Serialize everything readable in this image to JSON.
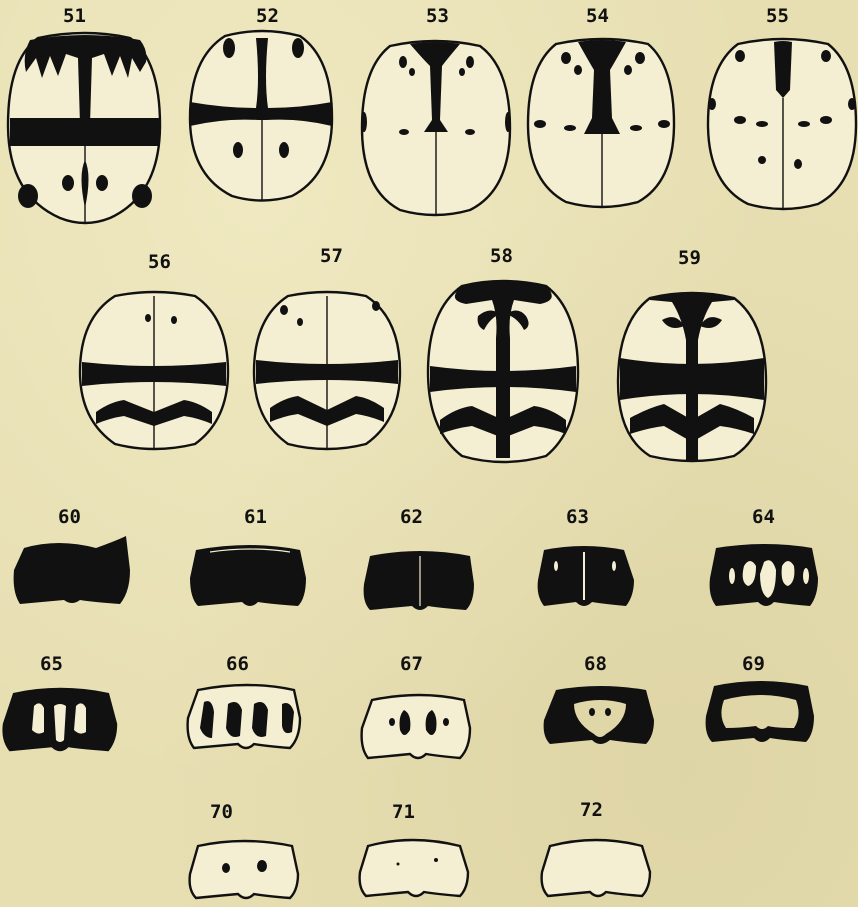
{
  "plate": {
    "figures": [
      {
        "id": "51",
        "label": "51"
      },
      {
        "id": "52",
        "label": "52"
      },
      {
        "id": "53",
        "label": "53"
      },
      {
        "id": "54",
        "label": "54"
      },
      {
        "id": "55",
        "label": "55"
      },
      {
        "id": "56",
        "label": "56"
      },
      {
        "id": "57",
        "label": "57"
      },
      {
        "id": "58",
        "label": "58"
      },
      {
        "id": "59",
        "label": "59"
      },
      {
        "id": "60",
        "label": "60"
      },
      {
        "id": "61",
        "label": "61"
      },
      {
        "id": "62",
        "label": "62"
      },
      {
        "id": "63",
        "label": "63"
      },
      {
        "id": "64",
        "label": "64"
      },
      {
        "id": "65",
        "label": "65"
      },
      {
        "id": "66",
        "label": "66"
      },
      {
        "id": "67",
        "label": "67"
      },
      {
        "id": "68",
        "label": "68"
      },
      {
        "id": "69",
        "label": "69"
      },
      {
        "id": "70",
        "label": "70"
      },
      {
        "id": "71",
        "label": "71"
      },
      {
        "id": "72",
        "label": "72"
      }
    ],
    "colors": {
      "paper": "#e7dfb2",
      "ink": "#111111"
    }
  }
}
